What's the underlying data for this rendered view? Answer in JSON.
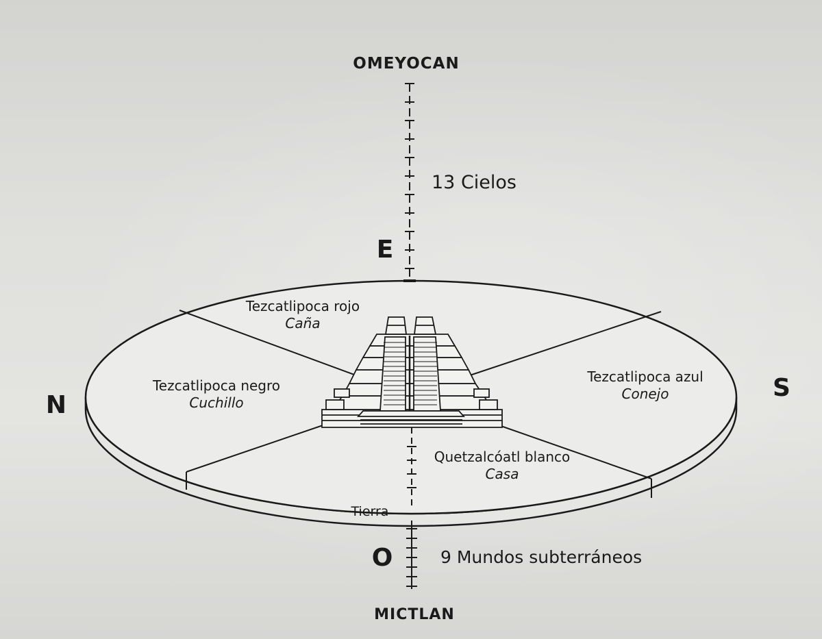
{
  "axis": {
    "top": "OMEYOCAN",
    "bottom": "MICTLAN",
    "heavens": "13 Cielos",
    "underworlds": "9 Mundos subterráneos",
    "earth": "Tierra"
  },
  "directions": {
    "east": "E",
    "west": "O",
    "north": "N",
    "south": "S"
  },
  "regions": {
    "east": {
      "deity": "Tezcatlipoca rojo",
      "sign": "Caña"
    },
    "north": {
      "deity": "Tezcatlipoca negro",
      "sign": "Cuchillo"
    },
    "south": {
      "deity": "Tezcatlipoca azul",
      "sign": "Conejo"
    },
    "west": {
      "deity": "Quetzalcóatl blanco",
      "sign": "Casa"
    }
  },
  "colors": {
    "ink": "#1a1a1a",
    "disc": "#efefec"
  }
}
